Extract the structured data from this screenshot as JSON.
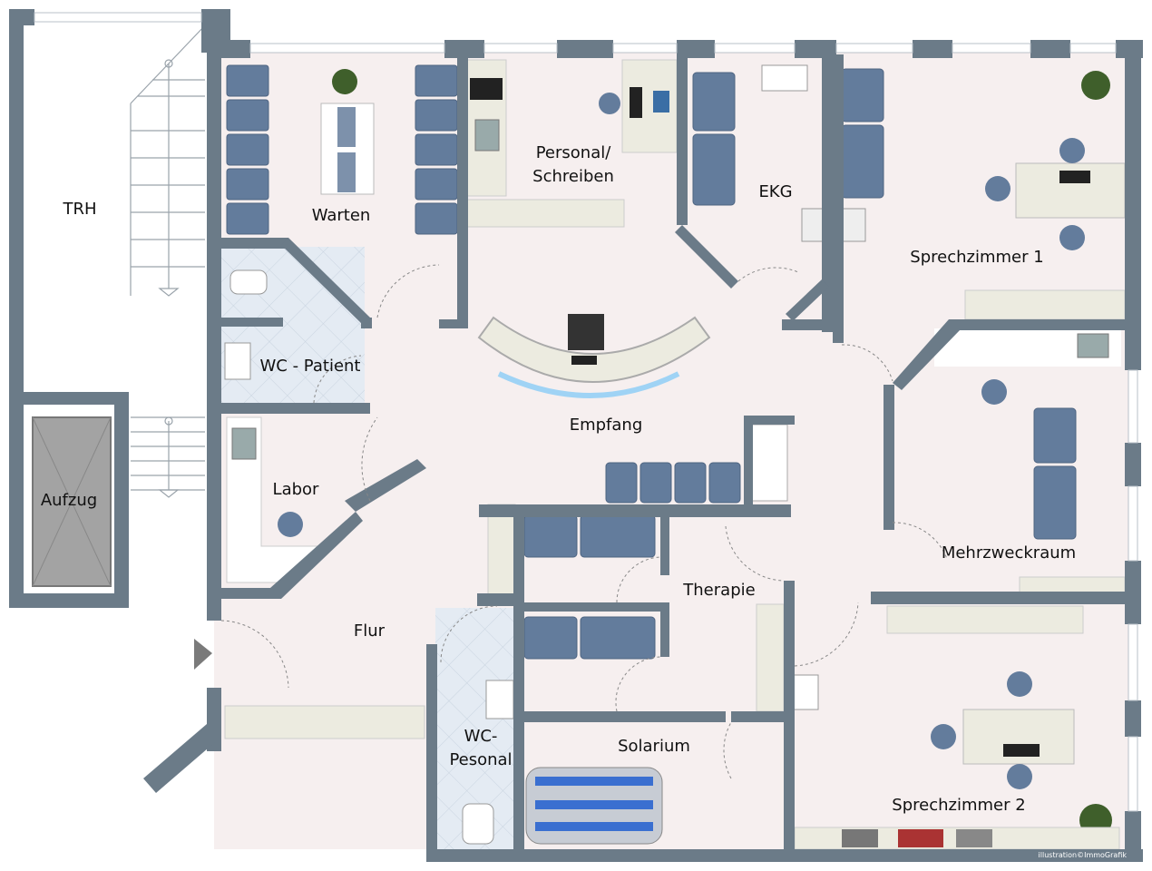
{
  "rooms": {
    "trh": "TRH",
    "aufzug": "Aufzug",
    "warten": "Warten",
    "personal_line1": "Personal/",
    "personal_line2": "Schreiben",
    "ekg": "EKG",
    "sprechzimmer1": "Sprechzimmer 1",
    "wc_patient": "WC - Patient",
    "empfang": "Empfang",
    "labor": "Labor",
    "mehrzweckraum": "Mehrzweckraum",
    "therapie": "Therapie",
    "flur": "Flur",
    "wc_personal_line1": "WC-",
    "wc_personal_line2": "Pesonal",
    "solarium": "Solarium",
    "sprechzimmer2": "Sprechzimmer 2"
  },
  "credit": "illustration©ImmoGrafik",
  "colors": {
    "wall": "#6b7b88",
    "floor": "#f6efef",
    "tile": "#e3eaf2",
    "furniture_blue": "#637c9c",
    "counter": "#ecebe0",
    "window": "#ffffff"
  }
}
